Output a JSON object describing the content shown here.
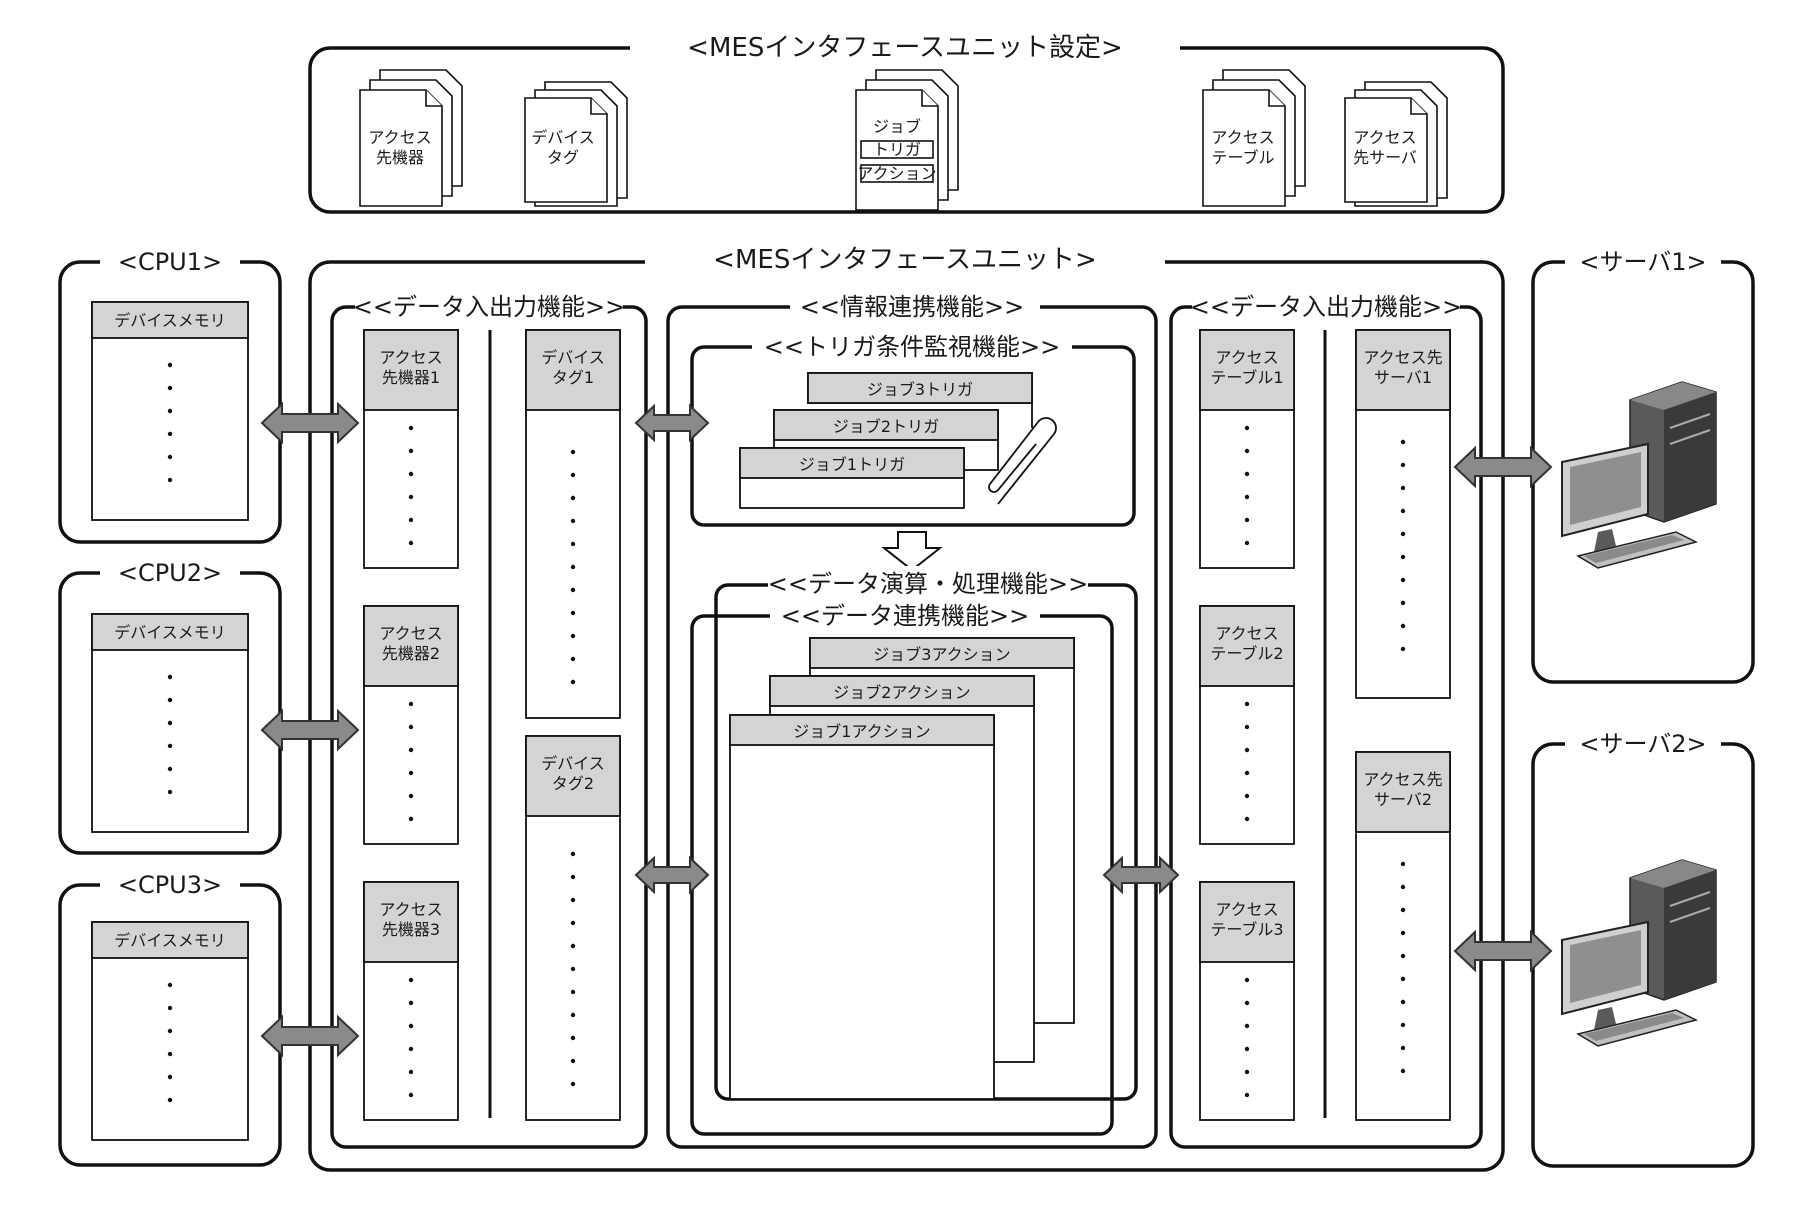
{
  "settings": {
    "title": "<MESインタフェースユニット設定>",
    "docs": {
      "access_device": [
        "アクセス",
        "先機器"
      ],
      "device_tag": [
        "デバイス",
        "タグ"
      ],
      "job": "ジョブ",
      "trigger": "トリガ",
      "action": "アクション",
      "access_table": [
        "アクセス",
        "テーブル"
      ],
      "access_server": [
        "アクセス",
        "先サーバ"
      ]
    }
  },
  "cpus": [
    {
      "title": "<CPU1>",
      "memory": "デバイスメモリ"
    },
    {
      "title": "<CPU2>",
      "memory": "デバイスメモリ"
    },
    {
      "title": "<CPU3>",
      "memory": "デバイスメモリ"
    }
  ],
  "unit": {
    "title": "<MESインタフェースユニット>",
    "io_left": {
      "title": "<<データ入出力機能>>",
      "access_devices": [
        [
          "アクセス",
          "先機器1"
        ],
        [
          "アクセス",
          "先機器2"
        ],
        [
          "アクセス",
          "先機器3"
        ]
      ],
      "device_tags": [
        [
          "デバイス",
          "タグ1"
        ],
        [
          "デバイス",
          "タグ2"
        ]
      ]
    },
    "info": {
      "title": "<<情報連携機能>>",
      "trigger_monitor": {
        "title": "<<トリガ条件監視機能>>",
        "triggers": [
          "ジョブ3トリガ",
          "ジョブ2トリガ",
          "ジョブ1トリガ"
        ]
      },
      "calc_title": "<<データ演算・処理機能>>",
      "link_title": "<<データ連携機能>>",
      "actions": [
        "ジョブ3アクション",
        "ジョブ2アクション",
        "ジョブ1アクション"
      ]
    },
    "io_right": {
      "title": "<<データ入出力機能>>",
      "access_tables": [
        [
          "アクセス",
          "テーブル1"
        ],
        [
          "アクセス",
          "テーブル2"
        ],
        [
          "アクセス",
          "テーブル3"
        ]
      ],
      "access_servers": [
        [
          "アクセス先",
          "サーバ1"
        ],
        [
          "アクセス先",
          "サーバ2"
        ]
      ]
    }
  },
  "servers": [
    {
      "title": "<サーバ1>"
    },
    {
      "title": "<サーバ2>"
    }
  ]
}
